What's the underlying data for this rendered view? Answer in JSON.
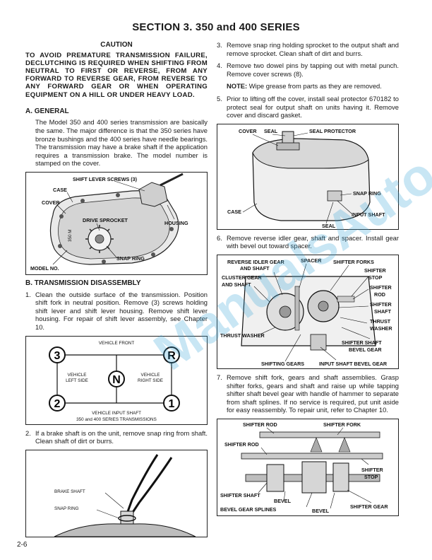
{
  "section_title": "SECTION 3. 350 and 400 SERIES",
  "caution": {
    "heading": "CAUTION",
    "body": "TO AVOID PREMATURE TRANSMISSION FAILURE, DECLUTCHING IS REQUIRED WHEN SHIFTING FROM NEUTRAL TO FIRST OR REVERSE, FROM ANY FORWARD TO REVERSE GEAR, FROM REVERSE TO ANY FORWARD GEAR OR WHEN OPERATING EQUIPMENT ON A HILL OR UNDER HEAVY LOAD."
  },
  "general": {
    "heading": "A. GENERAL",
    "body": "The Model 350 and 400 series transmission are basically the same. The major difference is that the 350 series have bronze bushings and the 400 series have needle bearings. The transmission may have a brake shaft if the application requires a transmission brake. The model number is stamped on the cover."
  },
  "fig1": {
    "shift_lever_screws": "SHIFT LEVER SCREWS (3)",
    "case": "CASE",
    "cover": "COVER",
    "housing": "HOUSING",
    "drive_sprocket": "DRIVE SPROCKET",
    "snap_ring": "SNAP RING",
    "model_no": "MODEL NO."
  },
  "disassembly": {
    "heading": "B. TRANSMISSION DISASSEMBLY",
    "step1_num": "1.",
    "step1": "Clean the outside surface of the transmission. Position shift fork in neutral position. Remove (3) screws holding shift lever and shift lever housing. Remove shift lever housing. For repair of shift lever assembly, see Chapter 10.",
    "step2_num": "2.",
    "step2": "If a brake shaft is on the unit, remove snap ring from shaft. Clean shaft of dirt or burrs."
  },
  "shift_diagram": {
    "vehicle_front": "VEHICLE FRONT",
    "left_side": "VEHICLE\nLEFT SIDE",
    "right_side": "VEHICLE\nRIGHT SIDE",
    "input_shaft": "VEHICLE INPUT SHAFT",
    "caption": "350 and 400 SERIES TRANSMISSIONS",
    "positions": [
      "3",
      "R",
      "N",
      "2",
      "1"
    ]
  },
  "fig_brake": {
    "brake_shaft": "BRAKE SHAFT",
    "snap_ring": "SNAP RING"
  },
  "right_steps": {
    "s3_num": "3.",
    "s3": "Remove snap ring holding sprocket to the output shaft and remove sprocket. Clean shaft of dirt and burrs.",
    "s4_num": "4.",
    "s4": "Remove two dowel pins by tapping out with metal punch. Remove cover screws (8).",
    "note_label": "NOTE:",
    "note": "Wipe grease from parts as they are removed.",
    "s5_num": "5.",
    "s5": "Prior to lifting off the cover, install seal protector 670182 to protect seal for output shaft on units having it. Remove cover and discard gasket.",
    "s6_num": "6.",
    "s6": "Remove reverse idler gear, shaft and spacer. Install gear with bevel out toward spacer.",
    "s7_num": "7.",
    "s7": "Remove shift fork, gears and shaft assemblies. Grasp shifter forks, gears and shaft and raise up while tapping shifter shaft bevel gear with handle of hammer to separate from shaft splines. If no service is required, put unit aside for easy reassembly. To repair unit, refer to Chapter 10."
  },
  "fig_cover": {
    "cover": "COVER",
    "seal": "SEAL",
    "seal_protector": "SEAL PROTECTOR",
    "snap_ring": "SNAP RING",
    "case": "CASE",
    "input_shaft": "INPUT SHAFT",
    "seal2": "SEAL"
  },
  "fig_gears": {
    "reverse_idler": "REVERSE IDLER GEAR",
    "and_shaft": "AND SHAFT",
    "spacer": "SPACER",
    "shifter_forks": "SHIFTER FORKS",
    "shifter_stop": "SHIFTER",
    "stop": "STOP",
    "cluster_gear": "CLUSTER GEAR",
    "and_shaft2": "AND SHAFT",
    "shifter_rod": "SHIFTER",
    "rod": "ROD",
    "shifter_shaft": "SHIFTER",
    "shaft": "SHAFT",
    "thrust_washer_r": "THRUST",
    "washer": "WASHER",
    "thrust_washer_l": "THRUST WASHER",
    "bevel_shaft": "SHIFTER SHAFT",
    "bevel_gear": "BEVEL GEAR",
    "shifting_gears": "SHIFTING GEARS",
    "input_bevel": "INPUT SHAFT BEVEL GEAR"
  },
  "fig_assembly": {
    "shifter_rod_top": "SHIFTER ROD",
    "shifter_fork": "SHIFTER FORK",
    "shifter_rod": "SHIFTER ROD",
    "shifter_stop": "SHIFTER",
    "stop": "STOP",
    "shifter_shaft": "SHIFTER SHAFT",
    "bevel": "BEVEL",
    "bevel_gear_splines": "BEVEL GEAR SPLINES",
    "bevel2": "BEVEL",
    "shifter_gear": "SHIFTER GEAR"
  },
  "page_number": "2-6",
  "watermark": "ManualsAuto"
}
